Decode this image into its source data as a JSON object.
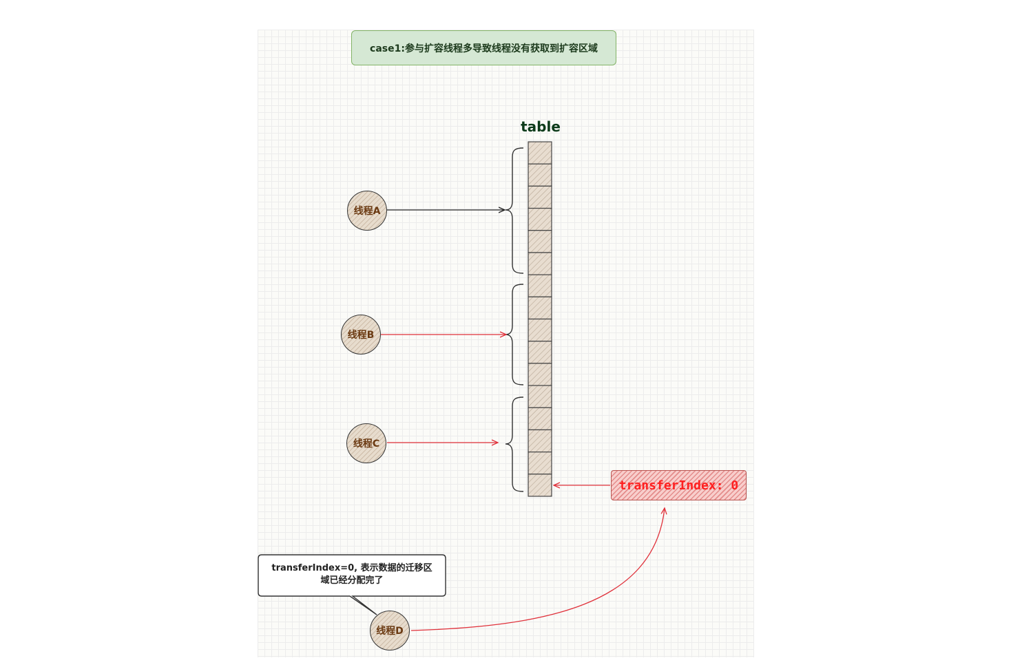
{
  "title": "case1:参与扩容线程多导致线程没有获取到扩容区域",
  "table": {
    "label": "table",
    "cell_count": 16
  },
  "threads": [
    {
      "id": "a",
      "label": "线程A"
    },
    {
      "id": "b",
      "label": "线程B"
    },
    {
      "id": "c",
      "label": "线程C"
    },
    {
      "id": "d",
      "label": "线程D"
    }
  ],
  "transfer_index": {
    "label": "transferIndex: 0"
  },
  "callout": {
    "line1": "transferIndex=0, 表示数据的迁移区",
    "line2": "域已经分配完了"
  },
  "colors": {
    "canvas_bg": "#fbfbf8",
    "title_fill": "#d5e8d4",
    "title_border": "#82b366",
    "thread_fill": "#e7dccd",
    "cell_fill": "#e8ddd0",
    "arrow_black": "#222222",
    "arrow_red": "#e0303a",
    "transfer_fill": "#f8cecc",
    "transfer_text": "#ff2020"
  }
}
